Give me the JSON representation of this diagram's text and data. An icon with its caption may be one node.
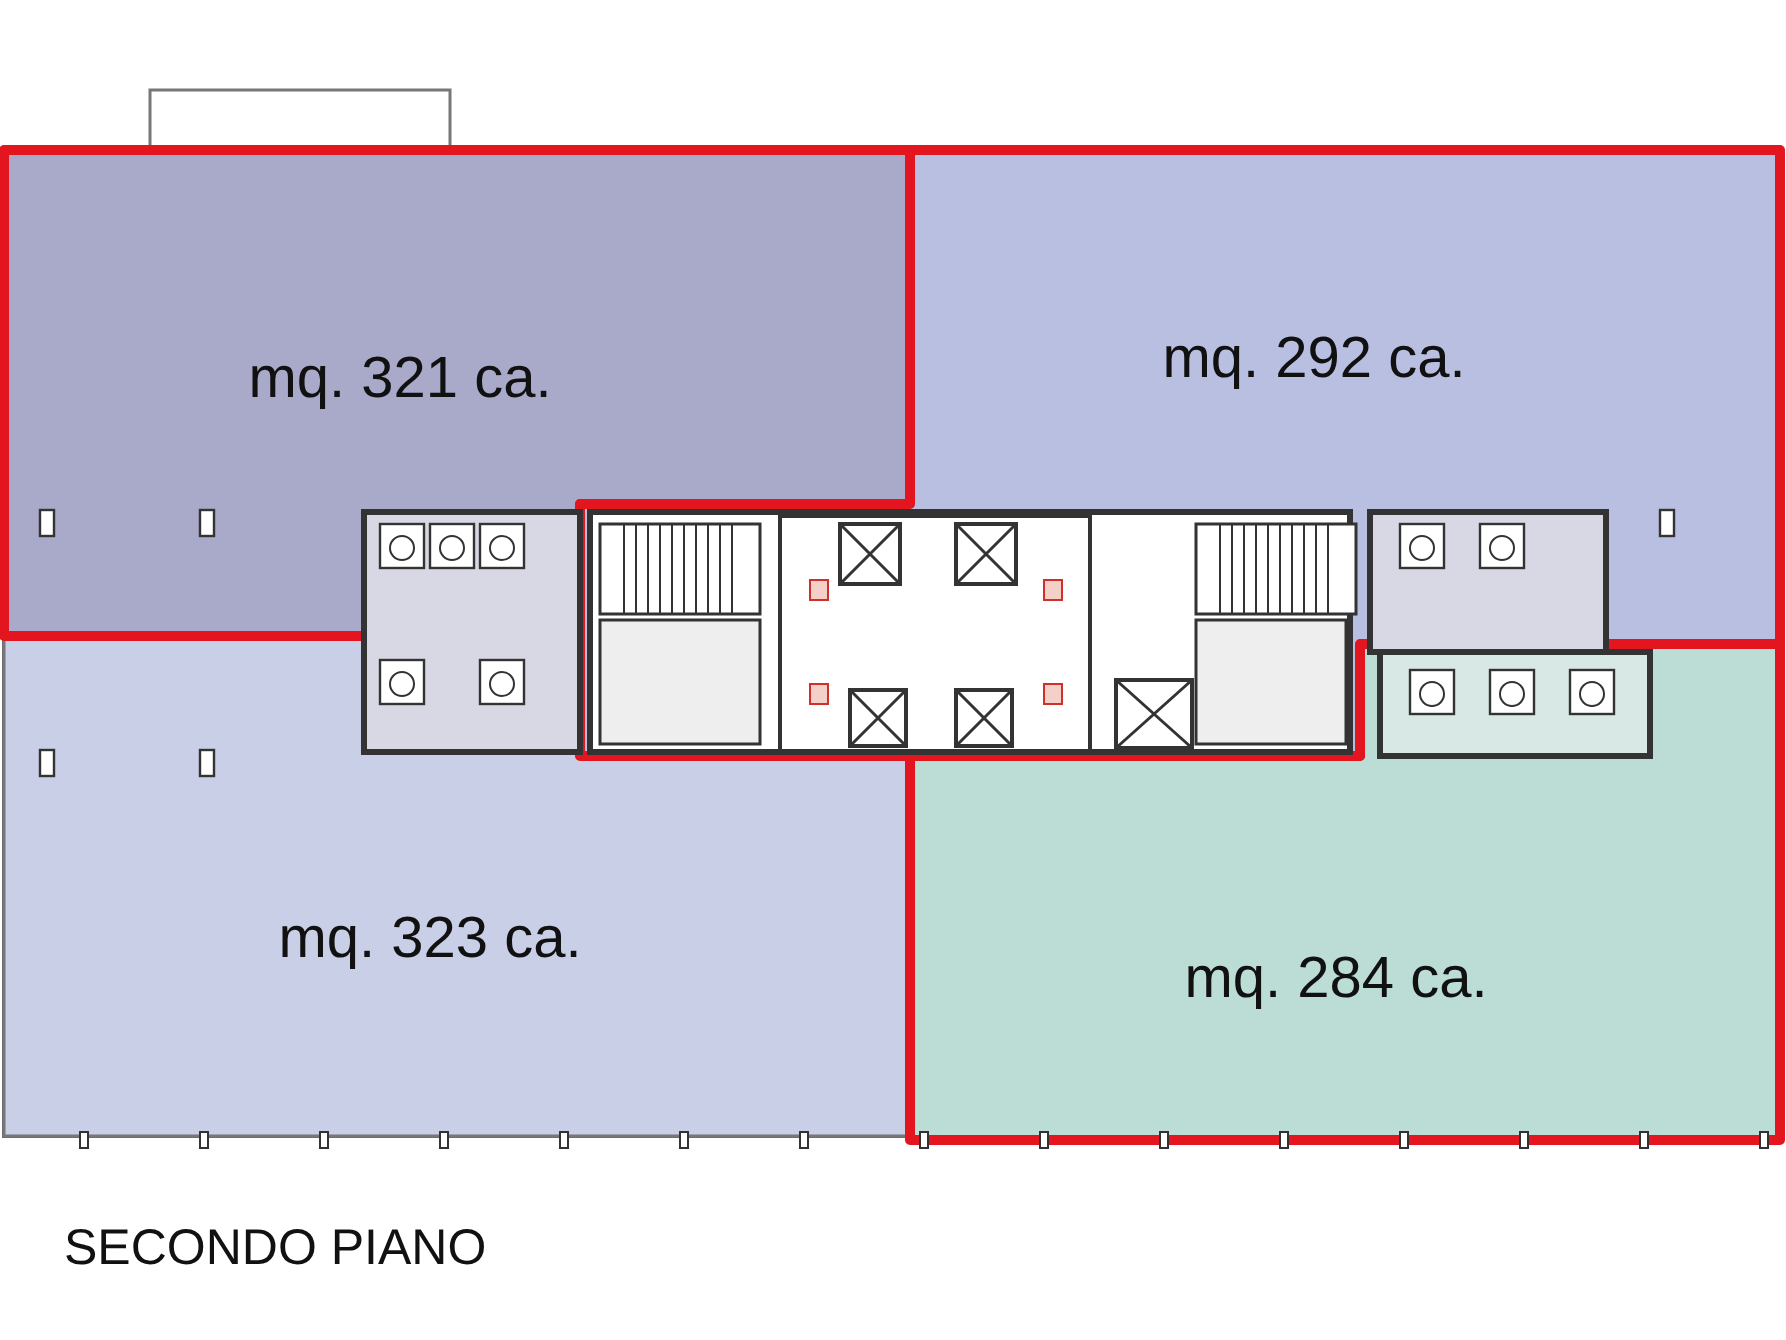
{
  "diagram": {
    "nodes": [
      {
        "text": [
          "mq. 321 ca."
        ]
      },
      {
        "text": [
          "mq. 292 ca."
        ]
      },
      {
        "text": [
          "mq. 323 ca."
        ]
      },
      {
        "text": [
          "mq. 284 ca."
        ]
      }
    ],
    "labels": [
      "SECONDO PIANO"
    ]
  }
}
